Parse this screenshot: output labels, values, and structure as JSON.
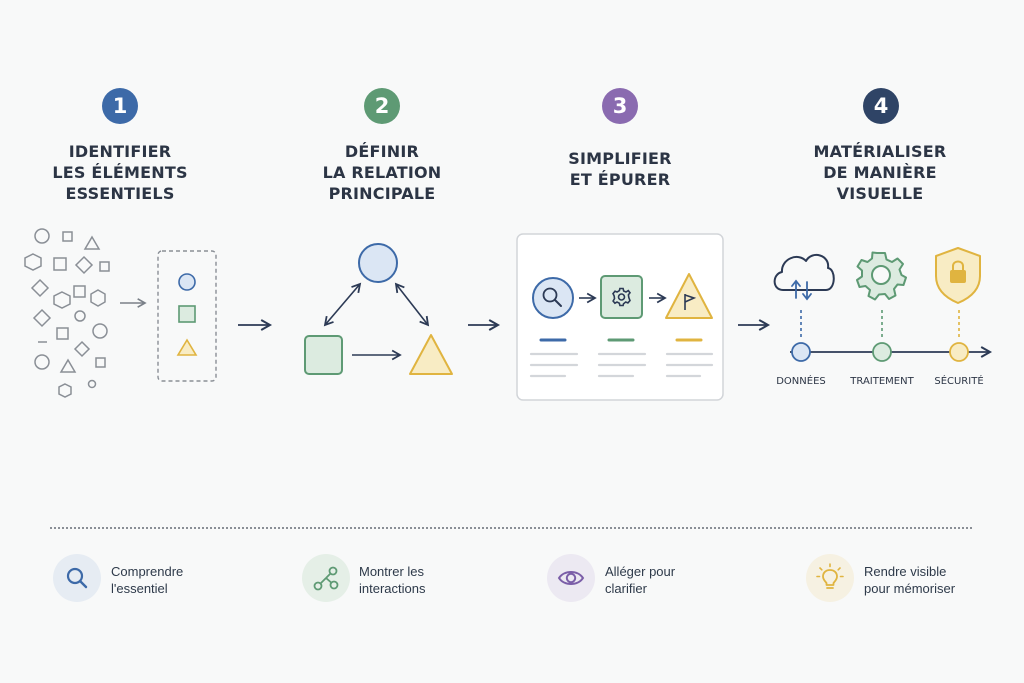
{
  "steps": [
    {
      "number": "1",
      "title_lines": [
        "IDENTIFIER",
        "LES ÉLÉMENTS",
        "ESSENTIELS"
      ],
      "color": "#3d6aa8"
    },
    {
      "number": "2",
      "title_lines": [
        "DÉFINIR",
        "LA RELATION",
        "PRINCIPALE"
      ],
      "color": "#5e9a74"
    },
    {
      "number": "3",
      "title_lines": [
        "SIMPLIFIER",
        "ET ÉPURER"
      ],
      "color": "#8a6bb0"
    },
    {
      "number": "4",
      "title_lines": [
        "MATÉRIALISER",
        "DE MANIÈRE",
        "VISUELLE"
      ],
      "color": "#2f4466"
    }
  ],
  "flow_labels": [
    "DONNÉES",
    "TRAITEMENT",
    "SÉCURITÉ"
  ],
  "benefits": [
    {
      "lines": [
        "Comprendre",
        "l'essentiel"
      ],
      "icon": "search-icon",
      "bg": "#e6ecf3"
    },
    {
      "lines": [
        "Montrer les",
        "interactions"
      ],
      "icon": "network-icon",
      "bg": "#e5efe7"
    },
    {
      "lines": [
        "Alléger pour",
        "clarifier"
      ],
      "icon": "eye-icon",
      "bg": "#ece9f2"
    },
    {
      "lines": [
        "Rendre visible",
        "pour mémoriser"
      ],
      "icon": "lightbulb-icon",
      "bg": "#f6f1e2"
    }
  ],
  "colors": {
    "blue": "#3d6aa8",
    "blue_fill": "#dbe6f4",
    "green": "#5e9a74",
    "green_fill": "#dcebe0",
    "yellow": "#e0b440",
    "yellow_fill": "#f8ecc4",
    "purple": "#7b5ea8",
    "navy": "#2c3a55",
    "gray": "#7a8088"
  }
}
